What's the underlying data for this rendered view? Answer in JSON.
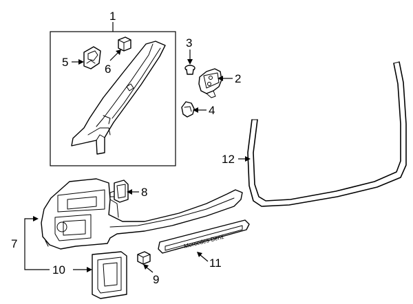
{
  "callouts": [
    {
      "id": "1",
      "label": "1"
    },
    {
      "id": "2",
      "label": "2"
    },
    {
      "id": "3",
      "label": "3"
    },
    {
      "id": "4",
      "label": "4"
    },
    {
      "id": "5",
      "label": "5"
    },
    {
      "id": "6",
      "label": "6"
    },
    {
      "id": "7",
      "label": "7"
    },
    {
      "id": "8",
      "label": "8"
    },
    {
      "id": "9",
      "label": "9"
    },
    {
      "id": "10",
      "label": "10"
    },
    {
      "id": "11",
      "label": "11"
    },
    {
      "id": "12",
      "label": "12"
    }
  ],
  "sill_plate_text": "Mercedes-Benz"
}
